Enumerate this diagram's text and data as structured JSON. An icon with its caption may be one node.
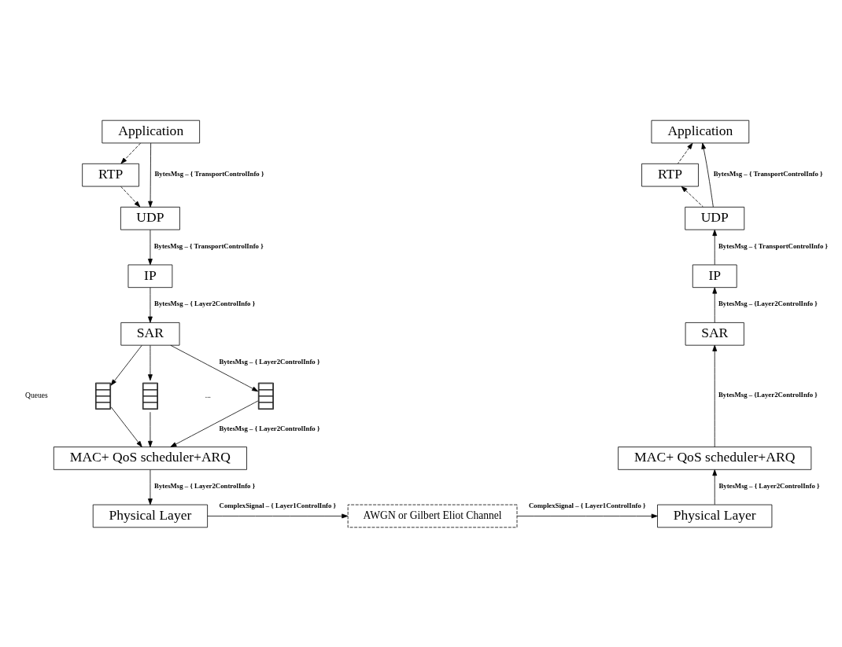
{
  "diagram": {
    "nodes": [
      {
        "text": [
          "Application"
        ]
      },
      {
        "text": [
          "RTP"
        ]
      },
      {
        "text": [
          "UDP"
        ]
      },
      {
        "text": [
          "IP"
        ]
      },
      {
        "text": [
          "SAR"
        ]
      },
      {
        "text": [],
        "shape": "box"
      },
      {
        "text": [],
        "shape": "box"
      },
      {
        "text": [],
        "shape": "box"
      },
      {
        "text": [
          "MAC+ QoS scheduler+ARQ"
        ]
      },
      {
        "text": [
          "Physical Layer"
        ]
      },
      {
        "text": [
          "AWGN or Gilbert Eliot Channel"
        ]
      },
      {
        "text": [
          "Application"
        ]
      },
      {
        "text": [
          "RTP"
        ]
      },
      {
        "text": [
          "UDP"
        ]
      },
      {
        "text": [
          "IP"
        ]
      },
      {
        "text": [
          "SAR"
        ]
      },
      {
        "text": [
          "MAC+ QoS scheduler+ARQ"
        ]
      },
      {
        "text": [
          "Physical Layer"
        ]
      }
    ],
    "edges": [
      {
        "from": 0,
        "to": 2,
        "arrow": "to",
        "label": "BytesMsg – { TransportControlInfo }"
      },
      {
        "from": 0,
        "to": 1,
        "arrow": "to",
        "style": "dashed"
      },
      {
        "from": 1,
        "to": 2,
        "arrow": "to",
        "style": "dashed"
      },
      {
        "from": 2,
        "to": 3,
        "arrow": "to",
        "label": "BytesMsg – { TransportControlInfo }"
      },
      {
        "from": 3,
        "to": 4,
        "arrow": "to",
        "label": "BytesMsg – { Layer2ControlInfo }"
      },
      {
        "from": 4,
        "to": 5,
        "arrow": "to"
      },
      {
        "from": 4,
        "to": 6,
        "arrow": "to"
      },
      {
        "from": 4,
        "to": 7,
        "arrow": "to",
        "label": "BytesMsg – { Layer2ControlInfo }"
      },
      {
        "from": 5,
        "to": 8,
        "arrow": "to"
      },
      {
        "from": 6,
        "to": 8,
        "arrow": "to"
      },
      {
        "from": 7,
        "to": 8,
        "arrow": "to",
        "label": "BytesMsg – { Layer2ControlInfo }"
      },
      {
        "from": 8,
        "to": 9,
        "arrow": "to",
        "label": "BytesMsg – { Layer2ControlInfo }"
      },
      {
        "from": 9,
        "to": 10,
        "arrow": "to",
        "label": "ComplexSignal – { Layer1ControlInfo }"
      },
      {
        "from": 10,
        "to": 17,
        "arrow": "to",
        "label": "ComplexSignal – { Layer1ControlInfo }"
      },
      {
        "from": 17,
        "to": 16,
        "arrow": "to",
        "label": "BytesMsg – { Layer2ControlInfo }"
      },
      {
        "from": 16,
        "to": 15,
        "arrow": "to",
        "label": "BytesMsg – {Layer2ControlInfo }"
      },
      {
        "from": 15,
        "to": 14,
        "arrow": "to",
        "label": "BytesMsg – {Layer2ControlInfo }"
      },
      {
        "from": 14,
        "to": 13,
        "arrow": "to",
        "label": "BytesMsg – { TransportControlInfo }"
      },
      {
        "from": 13,
        "to": 11,
        "arrow": "to",
        "label": "BytesMsg – { TransportControlInfo }"
      },
      {
        "from": 13,
        "to": 12,
        "arrow": "to",
        "style": "dashed"
      },
      {
        "from": 12,
        "to": 11,
        "arrow": "to",
        "style": "dashed"
      }
    ],
    "labels": [
      "Queues",
      "..."
    ]
  }
}
